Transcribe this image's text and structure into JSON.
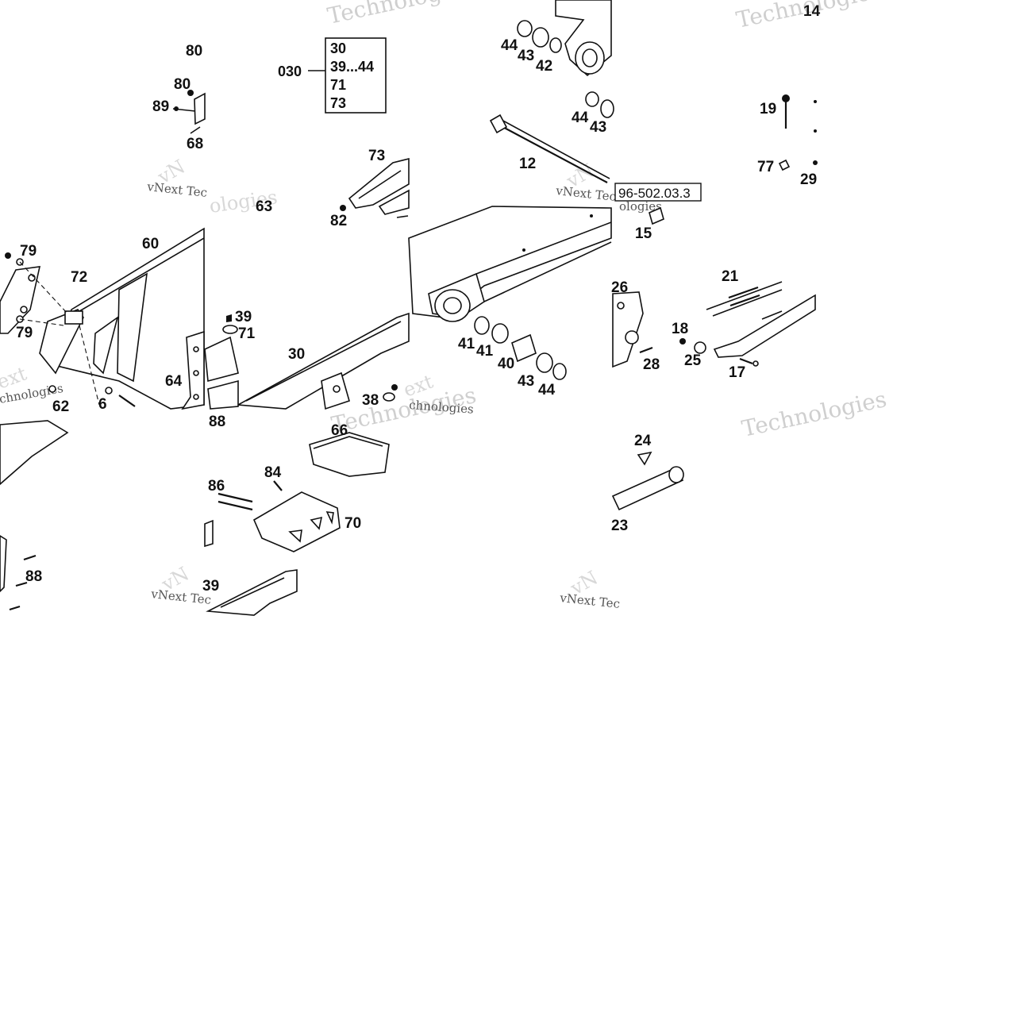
{
  "diagram": {
    "reference_code": "96-502.03.3",
    "kit": {
      "number": "030",
      "contents": [
        "30",
        "39...44",
        "71",
        "73"
      ]
    },
    "watermarks": {
      "technologies": "Technologies",
      "vnext": "vNext Technologies",
      "vnext_fragment": "vNext Tec",
      "vn_fragment": "vN",
      "ext_fragment": "ext",
      "ologies_fragment": "ologies",
      "chnologies_fragment": "chnologies"
    },
    "part_labels": [
      "80",
      "80",
      "89",
      "68",
      "73",
      "44",
      "43",
      "42",
      "44",
      "43",
      "12",
      "19",
      "77",
      "29",
      "14",
      "15",
      "79",
      "79",
      "72",
      "60",
      "63",
      "82",
      "39",
      "71",
      "30",
      "41",
      "41",
      "40",
      "43",
      "44",
      "26",
      "18",
      "25",
      "28",
      "21",
      "17",
      "64",
      "6",
      "62",
      "38",
      "88",
      "66",
      "84",
      "86",
      "70",
      "24",
      "23",
      "88",
      "39"
    ]
  }
}
